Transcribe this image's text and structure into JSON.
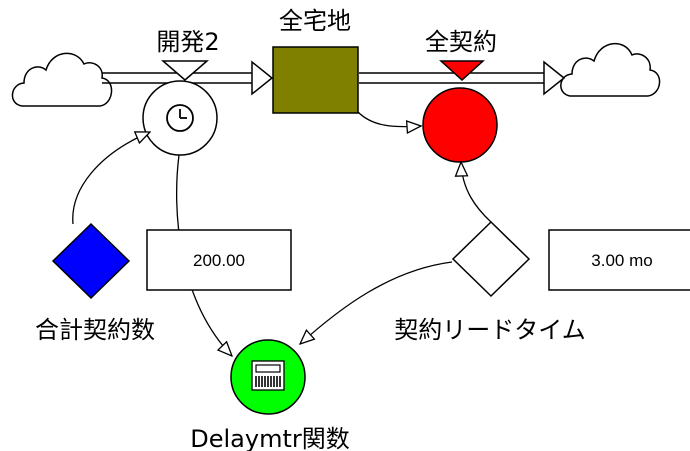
{
  "flows": {
    "inflow": {
      "label": "開発2"
    },
    "outflow": {
      "label": "全契約",
      "valve_color": "#ff0000"
    }
  },
  "stock": {
    "label": "全宅地",
    "color": "#808000"
  },
  "converters": {
    "total_contracts": {
      "label": "合計契約数",
      "color": "#0000ff"
    },
    "lead_time": {
      "label": "契約リードタイム",
      "value": "3.00 mo"
    },
    "delay_function": {
      "label": "Delaymtr関数",
      "color": "#00ff00"
    }
  },
  "displays": {
    "inflow_value": "200.00"
  },
  "icons": {
    "source_cloud": "cloud-icon",
    "sink_cloud": "cloud-icon",
    "inflow_rate": "clock-icon",
    "delay": "film-strip-icon"
  }
}
